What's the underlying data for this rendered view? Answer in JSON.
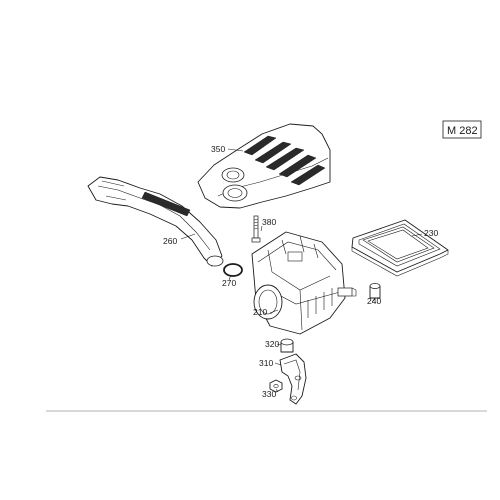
{
  "diagram": {
    "code": "M 282",
    "callouts": {
      "c350": "350",
      "c380": "380",
      "c230": "230",
      "c260": "260",
      "c270": "270",
      "c240": "240",
      "c210": "210",
      "c320": "320",
      "c310": "310",
      "c330": "330"
    }
  }
}
